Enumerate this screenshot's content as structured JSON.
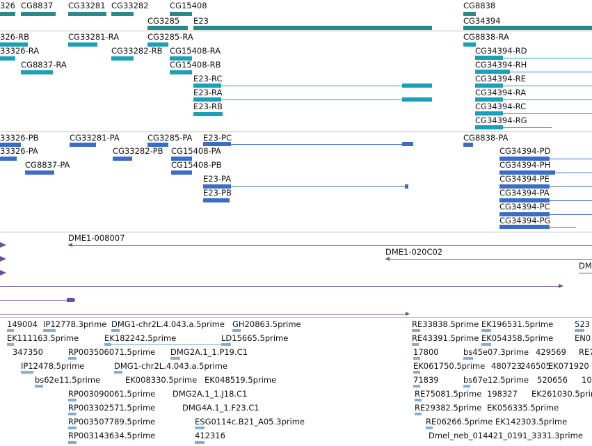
{
  "colors": {
    "gene": "#2a8a8a",
    "rna": "#1aa0b8",
    "pep": "#3b6cc8",
    "cdna": "#6b4ea0",
    "est": "#7fb0d8",
    "sep": "#bdbdbd"
  },
  "genes": [
    {
      "label": "326"
    },
    {
      "label": "CG8837"
    },
    {
      "label": "CG33281"
    },
    {
      "label": "CG33282"
    },
    {
      "label": "CG15408"
    },
    {
      "label": "CG8838"
    },
    {
      "label": "CG3285"
    },
    {
      "label": "E23"
    },
    {
      "label": "CG34394"
    }
  ],
  "transcripts": [
    {
      "label": "326-RB"
    },
    {
      "label": "CG33281-RA"
    },
    {
      "label": "CG3285-RA"
    },
    {
      "label": "CG8838-RA"
    },
    {
      "label": "33326-RA"
    },
    {
      "label": "CG33282-RB"
    },
    {
      "label": "CG15408-RA"
    },
    {
      "label": "CG34394-RD"
    },
    {
      "label": "CG8837-RA"
    },
    {
      "label": "CG15408-RB"
    },
    {
      "label": "CG34394-RH"
    },
    {
      "label": "E23-RC"
    },
    {
      "label": "CG34394-RE"
    },
    {
      "label": "E23-RA"
    },
    {
      "label": "CG34394-RA"
    },
    {
      "label": "E23-RB"
    },
    {
      "label": "CG34394-RC"
    },
    {
      "label": "CG34394-RG"
    }
  ],
  "peptides": [
    {
      "label": "33326-PB"
    },
    {
      "label": "CG33281-PA"
    },
    {
      "label": "CG3285-PA"
    },
    {
      "label": "E23-PC"
    },
    {
      "label": "CG8838-PA"
    },
    {
      "label": "33326-PA"
    },
    {
      "label": "CG33282-PB"
    },
    {
      "label": "CG15408-PA"
    },
    {
      "label": "CG34394-PD"
    },
    {
      "label": "CG8837-PA"
    },
    {
      "label": "CG15408-PB"
    },
    {
      "label": "CG34394-PH"
    },
    {
      "label": "E23-PA"
    },
    {
      "label": "CG34394-PE"
    },
    {
      "label": "E23-PB"
    },
    {
      "label": "CG34394-PA"
    },
    {
      "label": "CG34394-PC"
    },
    {
      "label": "CG34394-PG"
    }
  ],
  "cdna": [
    {
      "label": "DME1-008007"
    },
    {
      "label": "DME1-020C02"
    },
    {
      "label": "DM"
    }
  ],
  "ests": [
    {
      "label": "149004"
    },
    {
      "label": "IP12778.3prime"
    },
    {
      "label": "DMG1-chr2L.4.043.a.5prime"
    },
    {
      "label": "GH20863.5prime"
    },
    {
      "label": "RE33838.5prime"
    },
    {
      "label": "EK196531.5prime"
    },
    {
      "label": "523"
    },
    {
      "label": "EK111163.5prime"
    },
    {
      "label": "EK182242.5prime"
    },
    {
      "label": "LD15665.5prime"
    },
    {
      "label": "RE43391.5prime"
    },
    {
      "label": "EK054358.5prime"
    },
    {
      "label": "EN0"
    },
    {
      "label": "347350"
    },
    {
      "label": "RP003506071.5prime"
    },
    {
      "label": "DMG2A.1_1.P19.C1"
    },
    {
      "label": "17800"
    },
    {
      "label": "bs45e07.3prime"
    },
    {
      "label": "429569"
    },
    {
      "label": "RE7"
    },
    {
      "label": "IP12478.5prime"
    },
    {
      "label": "DMG1-chr2L.4.043.a.5prime"
    },
    {
      "label": "EK061750.5prime"
    },
    {
      "label": "480723"
    },
    {
      "label": "246505"
    },
    {
      "label": "EK071920"
    },
    {
      "label": "bs62e11.5prime"
    },
    {
      "label": "EK008330.5prime"
    },
    {
      "label": "EK048519.5prime"
    },
    {
      "label": "71839"
    },
    {
      "label": "bs67e12.5prime"
    },
    {
      "label": "520656"
    },
    {
      "label": "10"
    },
    {
      "label": "RP003090061.5prime"
    },
    {
      "label": "DMG2A.1_1.J18.C1"
    },
    {
      "label": "RE75081.5prime"
    },
    {
      "label": "198327"
    },
    {
      "label": "EK261030.5prime"
    },
    {
      "label": "RP003302571.5prime"
    },
    {
      "label": "DMG4A.1_1.F23.C1"
    },
    {
      "label": "RE29382.5prime"
    },
    {
      "label": "EK056335.5prime"
    },
    {
      "label": "RP003507789.5prime"
    },
    {
      "label": "ESG0114c.B21_A05.3prime"
    },
    {
      "label": "RE06266.5prime"
    },
    {
      "label": "EK142303.5prime"
    },
    {
      "label": "RP003143634.5prime"
    },
    {
      "label": "412316"
    },
    {
      "label": "Dmel_neb_014421_0191_3331.3prime"
    }
  ]
}
